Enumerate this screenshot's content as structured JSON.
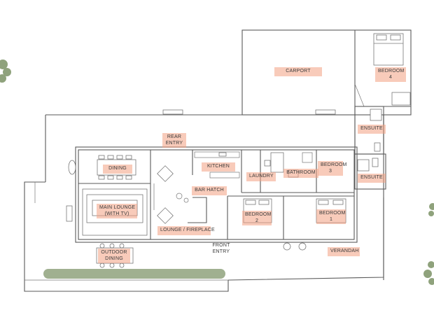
{
  "labels": {
    "carport": "CARPORT",
    "bedroom4": "BEDROOM\n4",
    "ensuite_top": "ENSUITE",
    "rear_entry": "REAR\nENTRY",
    "dining": "DINING",
    "kitchen": "KITCHEN",
    "laundry": "LAUNDRY",
    "bathroom": "BATHROOM",
    "bedroom3": "BEDROOM\n3",
    "ensuite_right": "ENSUITE",
    "main_lounge": "MAIN LOUNGE\n(WITH TV)",
    "bar_hatch": "BAR HATCH",
    "bedroom2": "BEDROOM\n2",
    "bedroom1": "BEDROOM\n1",
    "lounge_fireplace": "LOUNGE / FIREPLACE",
    "front_entry": "FRONT\nENTRY",
    "outdoor_dining": "OUTDOOR\nDINING",
    "verandah": "VERANDAH"
  },
  "colors": {
    "label_fill": "#f2a082",
    "wall": "#5a5a5a",
    "hedge": "#8fa27c"
  }
}
